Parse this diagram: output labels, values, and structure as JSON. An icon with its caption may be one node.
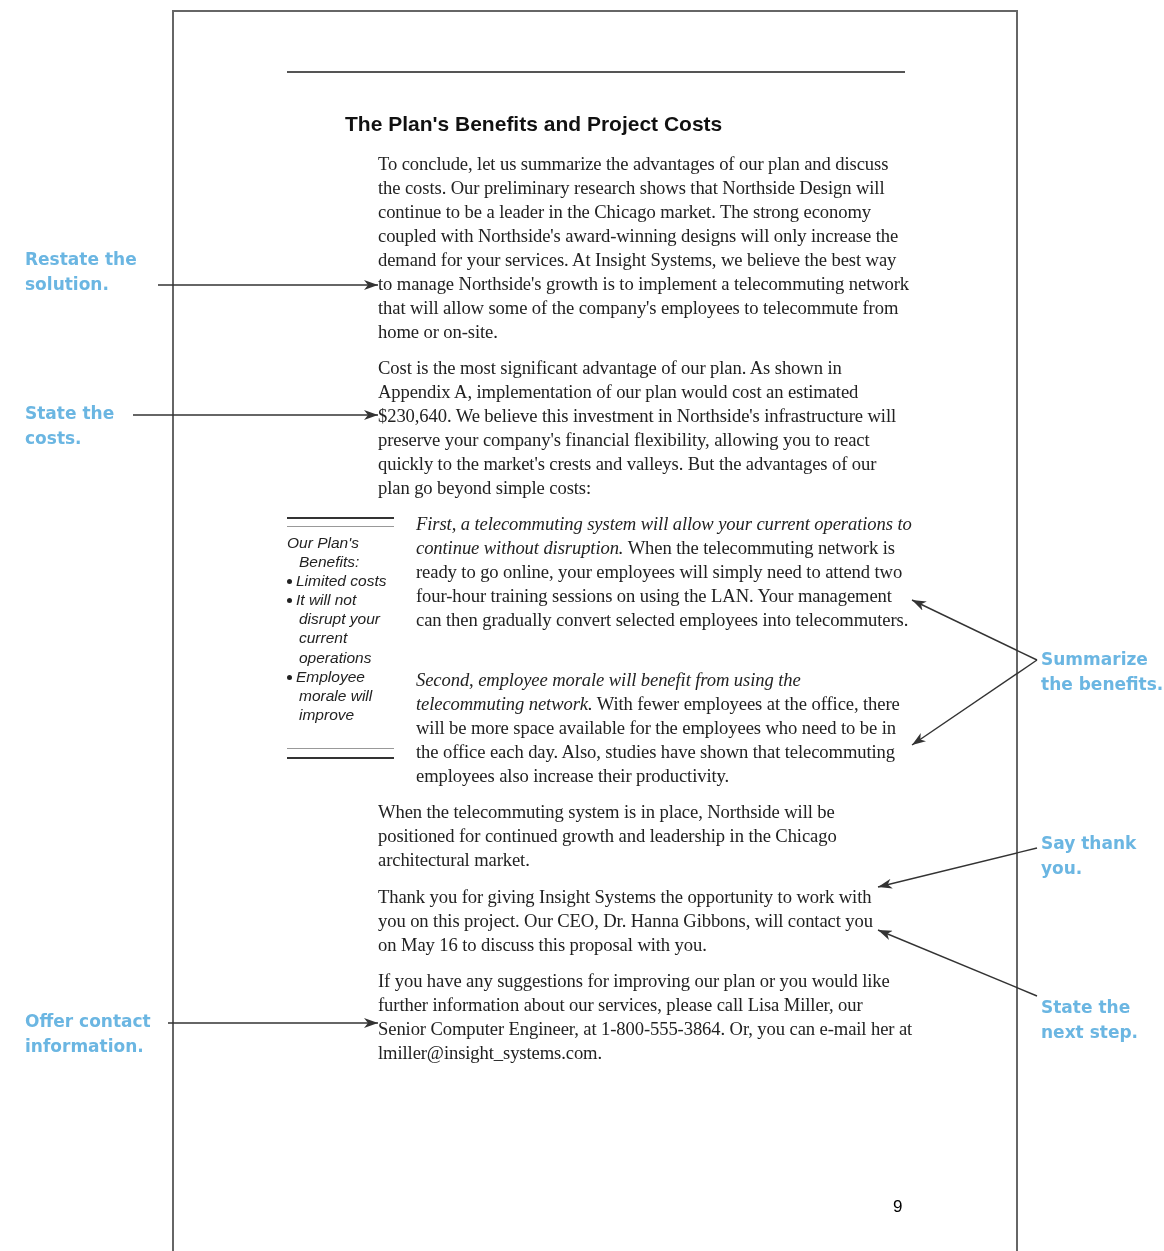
{
  "diagram": {
    "title": "The Plan's Benefits and Project Costs",
    "nodes": [
      {
        "text": [
          "To conclude, let us summarize the advantages of our plan and discuss the costs. Our preliminary research shows that Northside Design will continue to be a leader in the Chicago market. The strong economy coupled with Northside's award-winning designs will only increase the demand for your services. At Insight Systems, we believe the best way to manage Northside's growth is to implement a telecommuting network that will allow some of the company's employees to telecommute from home or on-site."
        ]
      },
      {
        "text": [
          "Cost is the most significant advantage of our plan. As shown in Appendix A, implementation of our plan would cost an estimated $230,640. We believe this investment in Northside's infrastructure will preserve your company's financial flexibility, allowing you to react quickly to the market's crests and valleys. But the advantages of our plan go beyond simple costs:"
        ]
      },
      {
        "text": [
          "*First, a telecommuting system will allow your current operations to continue without disruption.* When the telecommuting network is ready to go online, your employees will simply need to attend two four-hour training sessions on using the LAN. Your management can then gradually convert selected employees into telecommuters."
        ]
      },
      {
        "text": [
          "*Second, employee morale will benefit from using the telecommuting network.* With fewer employees at the office, there will be more space available for the employees who need to be in the office each day. Also, studies have shown that telecommuting employees also increase their productivity."
        ]
      },
      {
        "text": [
          "When the telecommuting system is in place, Northside will be positioned for continued growth and leadership in the Chicago architectural market."
        ]
      },
      {
        "text": [
          "Thank you for giving Insight Systems the opportunity to work with you on this project. Our CEO, Dr. Hanna Gibbons, will contact you on May 16 to discuss this proposal with you."
        ]
      },
      {
        "text": [
          "If you have any suggestions for improving our plan or you would like further information about our services, please call Lisa Miller, our Senior Computer Engineer, at 1-800-555-3864. Or, you can e-mail her at lmiller@insight_systems.com."
        ]
      },
      {
        "text": [
          "Restate the solution."
        ]
      },
      {
        "text": [
          "State the costs."
        ]
      },
      {
        "text": [
          "Summarize the benefits."
        ]
      },
      {
        "text": [
          "Say thank you."
        ]
      },
      {
        "text": [
          "State the next step."
        ]
      },
      {
        "text": [
          "Offer contact information."
        ]
      }
    ],
    "edges": [
      {
        "from": 7,
        "to": 0,
        "arrow": "to"
      },
      {
        "from": 8,
        "to": 1,
        "arrow": "to"
      },
      {
        "from": 9,
        "to": 2,
        "arrow": "to"
      },
      {
        "from": 9,
        "to": 3,
        "arrow": "to"
      },
      {
        "from": 10,
        "to": 5,
        "arrow": "to"
      },
      {
        "from": 11,
        "to": 5,
        "arrow": "to"
      },
      {
        "from": 12,
        "to": 6,
        "arrow": "to"
      }
    ],
    "labels": [
      "Our Plan's Benefits:",
      "Limited costs",
      "It will not disrupt your current operations",
      "Employee morale will improve",
      "9"
    ]
  }
}
